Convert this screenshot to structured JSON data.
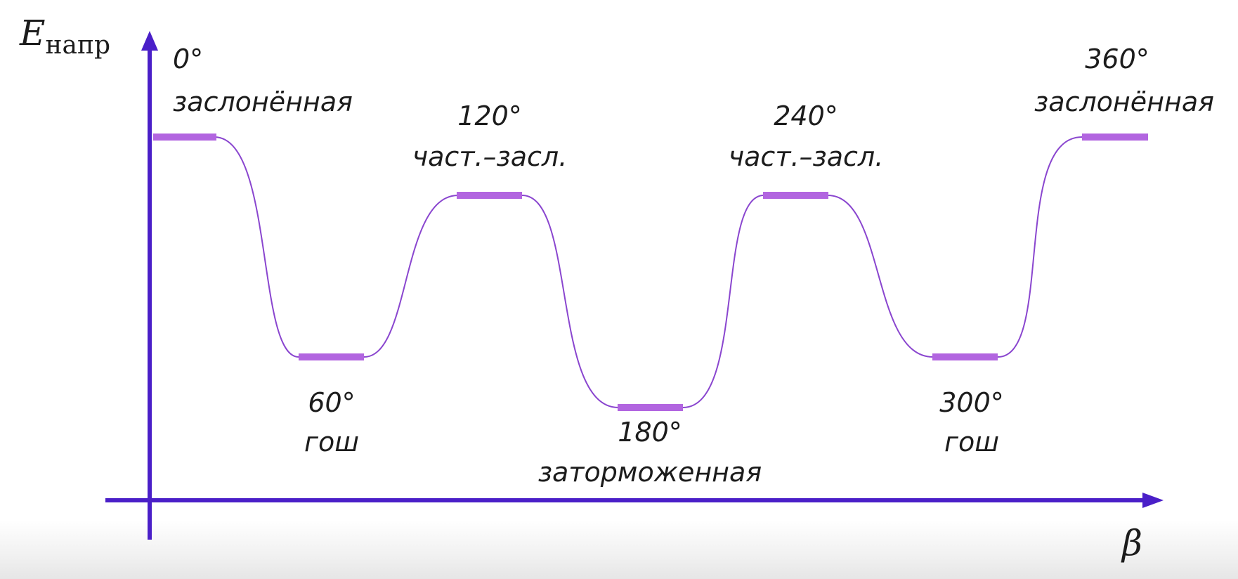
{
  "axes": {
    "y_label": "E",
    "y_label_subscript": "напр",
    "x_label": "β",
    "color": "#4a1fc8"
  },
  "curve_color": "#8a46cf",
  "level_color": "#b265e0",
  "points": [
    {
      "angle": "0°",
      "name": "заслонённая",
      "energy_level": "high"
    },
    {
      "angle": "60°",
      "name": "гош",
      "energy_level": "low"
    },
    {
      "angle": "120°",
      "name": "част.–засл.",
      "energy_level": "mid-high"
    },
    {
      "angle": "180°",
      "name": "заторможенная",
      "energy_level": "lowest"
    },
    {
      "angle": "240°",
      "name": "част.–засл.",
      "energy_level": "mid-high"
    },
    {
      "angle": "300°",
      "name": "гош",
      "energy_level": "low"
    },
    {
      "angle": "360°",
      "name": "заслонённая",
      "energy_level": "high"
    }
  ]
}
